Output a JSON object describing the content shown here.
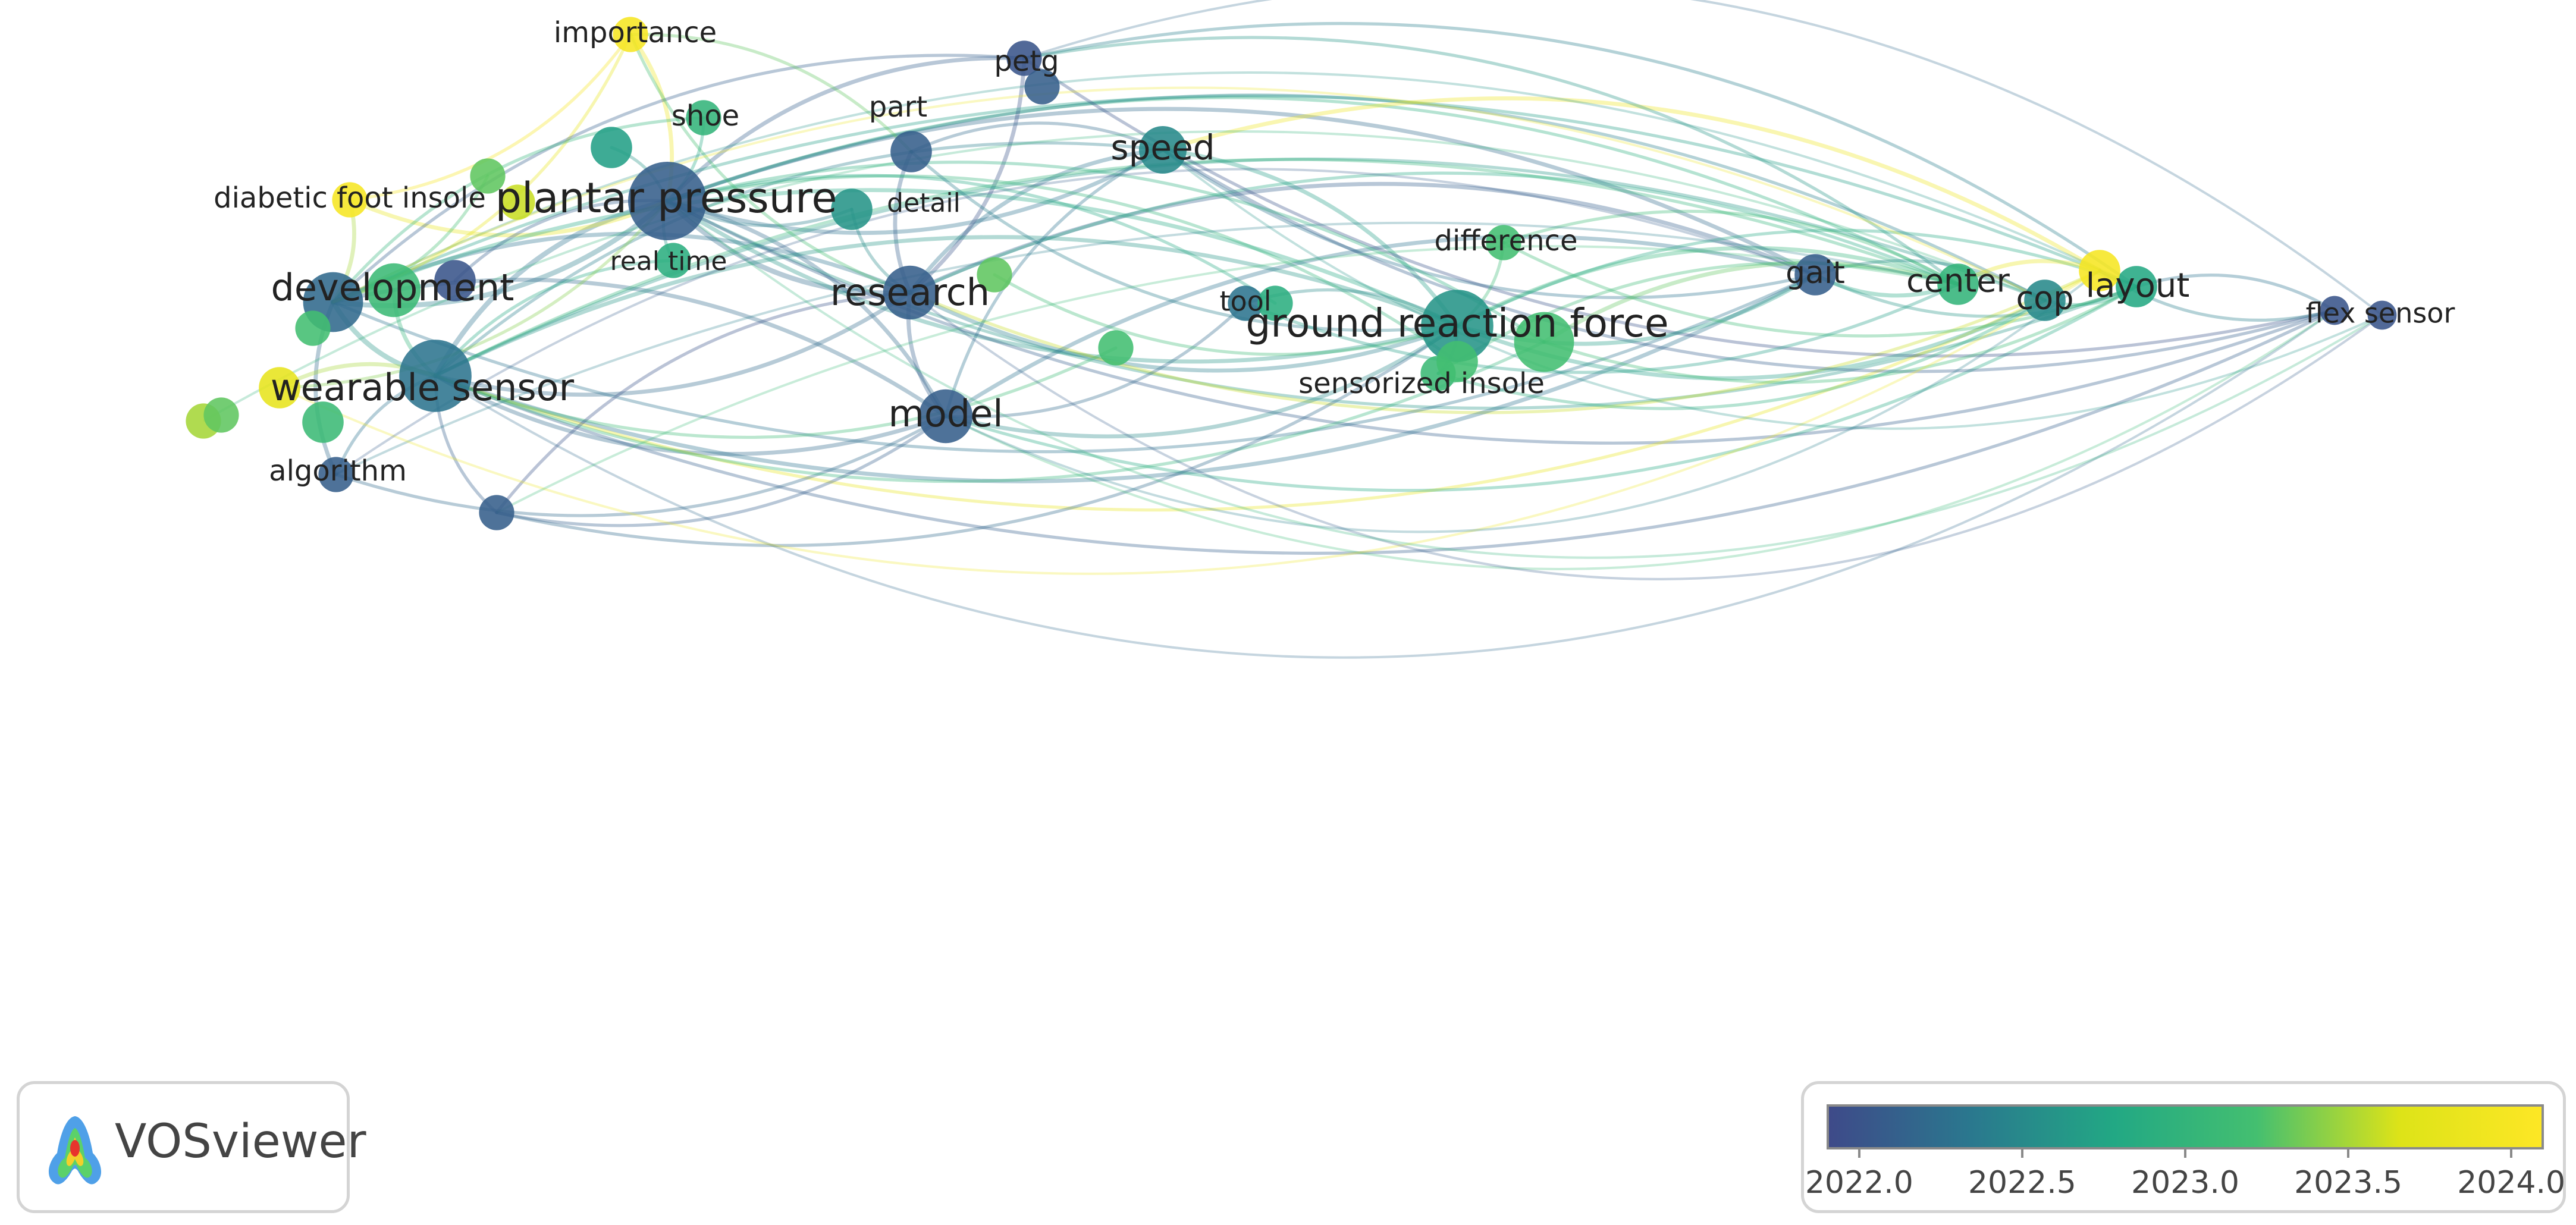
{
  "app": "VOSviewer",
  "logo_icon": "vosviewer-logo-icon",
  "legend": {
    "type": "overlay-color-scale",
    "colors": [
      "#3e4a89",
      "#2a788e",
      "#22a884",
      "#44bf70",
      "#dde318",
      "#fde725"
    ],
    "ticks": [
      "2022.0",
      "2022.5",
      "2023.0",
      "2023.5",
      "2024.0"
    ],
    "min": 2021.9,
    "max": 2024.1
  },
  "nodes": [
    {
      "id": "importance",
      "label": "importance",
      "year": 2024.0,
      "weight": 3
    },
    {
      "id": "petg",
      "label": "petg",
      "year": 2022.0,
      "weight": 3
    },
    {
      "id": "petg2",
      "label": "",
      "year": 2022.1,
      "weight": 3
    },
    {
      "id": "shoe",
      "label": "shoe",
      "year": 2023.0,
      "weight": 3
    },
    {
      "id": "part",
      "label": "part",
      "year": 2022.1,
      "weight": 4
    },
    {
      "id": "speed",
      "label": "speed",
      "year": 2022.5,
      "weight": 5
    },
    {
      "id": "diabetic-foot-insole",
      "label": "diabetic foot insole",
      "year": 2024.0,
      "weight": 3
    },
    {
      "id": "plantar-pressure",
      "label": "plantar pressure",
      "year": 2022.1,
      "weight": 10
    },
    {
      "id": "detail",
      "label": "detail",
      "year": 2022.6,
      "weight": 4
    },
    {
      "id": "real-time",
      "label": "real time",
      "year": 2022.9,
      "weight": 3
    },
    {
      "id": "development",
      "label": "development",
      "year": 2022.2,
      "weight": 7
    },
    {
      "id": "research",
      "label": "research",
      "year": 2022.1,
      "weight": 6
    },
    {
      "id": "difference",
      "label": "difference",
      "year": 2023.2,
      "weight": 3
    },
    {
      "id": "gait",
      "label": "gait",
      "year": 2022.1,
      "weight": 4
    },
    {
      "id": "center",
      "label": "center",
      "year": 2023.0,
      "weight": 4
    },
    {
      "id": "cop",
      "label": "cop",
      "year": 2022.5,
      "weight": 4
    },
    {
      "id": "layout",
      "label": "layout",
      "year": 2022.8,
      "weight": 4
    },
    {
      "id": "layout-yellow",
      "label": "",
      "year": 2024.0,
      "weight": 4
    },
    {
      "id": "flex-sensor",
      "label": "flex sensor",
      "year": 2022.0,
      "weight": 2
    },
    {
      "id": "flex-sensor2",
      "label": "",
      "year": 2022.0,
      "weight": 2
    },
    {
      "id": "tool",
      "label": "tool",
      "year": 2022.3,
      "weight": 3
    },
    {
      "id": "ground-reaction-force",
      "label": "ground reaction force",
      "year": 2022.6,
      "weight": 9
    },
    {
      "id": "grf-green",
      "label": "",
      "year": 2023.2,
      "weight": 7
    },
    {
      "id": "sensorized-insole",
      "label": "sensorized insole",
      "year": 2023.1,
      "weight": 3
    },
    {
      "id": "wearable-sensor",
      "label": "wearable sensor",
      "year": 2022.3,
      "weight": 9
    },
    {
      "id": "model",
      "label": "model",
      "year": 2022.1,
      "weight": 6
    },
    {
      "id": "algorithm",
      "label": "algorithm",
      "year": 2022.1,
      "weight": 3
    },
    {
      "id": "dev-green",
      "label": "",
      "year": 2023.1,
      "weight": 6
    },
    {
      "id": "dev-purple",
      "label": "",
      "year": 2022.0,
      "weight": 4
    },
    {
      "id": "n-teal-a",
      "label": "",
      "year": 2022.7,
      "weight": 4
    },
    {
      "id": "n-green-a",
      "label": "",
      "year": 2023.3,
      "weight": 3
    },
    {
      "id": "n-green-b",
      "label": "",
      "year": 2023.6,
      "weight": 3
    },
    {
      "id": "n-green-c",
      "label": "",
      "year": 2023.3,
      "weight": 3
    },
    {
      "id": "n-green-d",
      "label": "",
      "year": 2023.1,
      "weight": 4
    },
    {
      "id": "n-lime",
      "label": "",
      "year": 2023.8,
      "weight": 4
    },
    {
      "id": "n-green-e",
      "label": "",
      "year": 2023.5,
      "weight": 3
    },
    {
      "id": "n-green-f",
      "label": "",
      "year": 2023.3,
      "weight": 3
    },
    {
      "id": "n-green-g",
      "label": "",
      "year": 2023.2,
      "weight": 3
    },
    {
      "id": "n-purple-a",
      "label": "",
      "year": 2022.1,
      "weight": 3
    },
    {
      "id": "n-teal-b",
      "label": "",
      "year": 2022.9,
      "weight": 3
    },
    {
      "id": "n-green-h",
      "label": "",
      "year": 2023.2,
      "weight": 3
    },
    {
      "id": "n-green-i",
      "label": "",
      "year": 2023.2,
      "weight": 4
    }
  ],
  "links": [
    [
      "plantar-pressure",
      "research",
      2022.2,
      4
    ],
    [
      "plantar-pressure",
      "development",
      2022.4,
      4
    ],
    [
      "plantar-pressure",
      "wearable-sensor",
      2022.3,
      4
    ],
    [
      "plantar-pressure",
      "model",
      2022.2,
      3
    ],
    [
      "plantar-pressure",
      "speed",
      2022.3,
      3
    ],
    [
      "plantar-pressure",
      "petg",
      2022.1,
      3
    ],
    [
      "plantar-pressure",
      "ground-reaction-force",
      2022.6,
      3
    ],
    [
      "plantar-pressure",
      "gait",
      2022.2,
      3
    ],
    [
      "plantar-pressure",
      "layout",
      2022.6,
      2
    ],
    [
      "plantar-pressure",
      "center",
      2022.9,
      2
    ],
    [
      "plantar-pressure",
      "importance",
      2023.9,
      3
    ],
    [
      "plantar-pressure",
      "diabetic-foot-insole",
      2023.8,
      3
    ],
    [
      "plantar-pressure",
      "flex-sensor",
      2022.1,
      2
    ],
    [
      "plantar-pressure",
      "cop",
      2022.4,
      2
    ],
    [
      "research",
      "model",
      2022.1,
      3
    ],
    [
      "research",
      "wearable-sensor",
      2022.2,
      3
    ],
    [
      "research",
      "development",
      2022.3,
      3
    ],
    [
      "research",
      "speed",
      2022.3,
      3
    ],
    [
      "research",
      "ground-reaction-force",
      2022.4,
      3
    ],
    [
      "research",
      "gait",
      2022.1,
      3
    ],
    [
      "research",
      "layout-yellow",
      2023.6,
      2
    ],
    [
      "research",
      "center",
      2022.8,
      2
    ],
    [
      "research",
      "petg",
      2022.0,
      3
    ],
    [
      "research",
      "part",
      2022.1,
      3
    ],
    [
      "development",
      "wearable-sensor",
      2022.6,
      4
    ],
    [
      "development",
      "model",
      2022.2,
      3
    ],
    [
      "development",
      "algorithm",
      2022.2,
      3
    ],
    [
      "development",
      "ground-reaction-force",
      2022.8,
      3
    ],
    [
      "development",
      "gait",
      2022.3,
      2
    ],
    [
      "development",
      "layout",
      2022.7,
      2
    ],
    [
      "development",
      "importance",
      2023.8,
      2
    ],
    [
      "development",
      "petg",
      2022.1,
      2
    ],
    [
      "wearable-sensor",
      "model",
      2022.2,
      3
    ],
    [
      "wearable-sensor",
      "ground-reaction-force",
      2022.6,
      3
    ],
    [
      "wearable-sensor",
      "gait",
      2022.3,
      3
    ],
    [
      "wearable-sensor",
      "cop",
      2022.6,
      2
    ],
    [
      "wearable-sensor",
      "flex-sensor",
      2022.1,
      2
    ],
    [
      "wearable-sensor",
      "center",
      2023.0,
      2
    ],
    [
      "wearable-sensor",
      "layout-yellow",
      2023.8,
      2
    ],
    [
      "wearable-sensor",
      "speed",
      2022.4,
      2
    ],
    [
      "model",
      "ground-reaction-force",
      2022.5,
      3
    ],
    [
      "model",
      "gait",
      2022.3,
      3
    ],
    [
      "model",
      "layout",
      2022.8,
      2
    ],
    [
      "model",
      "speed",
      2022.3,
      2
    ],
    [
      "model",
      "tool",
      2022.2,
      2
    ],
    [
      "speed",
      "ground-reaction-force",
      2022.7,
      3
    ],
    [
      "speed",
      "gait",
      2022.3,
      2
    ],
    [
      "speed",
      "layout-yellow",
      2023.9,
      3
    ],
    [
      "speed",
      "flex-sensor",
      2022.1,
      2
    ],
    [
      "petg",
      "layout",
      2022.4,
      2
    ],
    [
      "petg",
      "flex-sensor",
      2022.0,
      2
    ],
    [
      "petg",
      "center",
      2022.6,
      2
    ],
    [
      "ground-reaction-force",
      "gait",
      2022.7,
      3
    ],
    [
      "ground-reaction-force",
      "center",
      2023.0,
      3
    ],
    [
      "ground-reaction-force",
      "cop",
      2022.7,
      3
    ],
    [
      "ground-reaction-force",
      "layout",
      2022.8,
      2
    ],
    [
      "ground-reaction-force",
      "difference",
      2023.1,
      2
    ],
    [
      "ground-reaction-force",
      "sensorized-insole",
      2023.0,
      2
    ],
    [
      "gait",
      "center",
      2022.8,
      3
    ],
    [
      "gait",
      "cop",
      2022.5,
      2
    ],
    [
      "gait",
      "layout",
      2022.6,
      2
    ],
    [
      "center",
      "layout-yellow",
      2023.8,
      3
    ],
    [
      "cop",
      "layout",
      2022.8,
      2
    ],
    [
      "layout",
      "flex-sensor",
      2022.3,
      2
    ],
    [
      "layout-yellow",
      "flex-sensor",
      2022.4,
      2
    ],
    [
      "difference",
      "center",
      2023.1,
      2
    ],
    [
      "difference",
      "layout",
      2023.1,
      2
    ],
    [
      "diabetic-foot-insole",
      "development",
      2023.5,
      3
    ],
    [
      "diabetic-foot-insole",
      "importance",
      2024.0,
      2
    ],
    [
      "shoe",
      "plantar-pressure",
      2022.8,
      2
    ],
    [
      "shoe",
      "development",
      2023.0,
      2
    ],
    [
      "detail",
      "plantar-pressure",
      2022.4,
      2
    ],
    [
      "detail",
      "research",
      2022.5,
      2
    ],
    [
      "real-time",
      "plantar-pressure",
      2022.6,
      2
    ],
    [
      "real-time",
      "wearable-sensor",
      2022.8,
      2
    ],
    [
      "algorithm",
      "wearable-sensor",
      2022.3,
      2
    ],
    [
      "algorithm",
      "model",
      2022.2,
      2
    ],
    [
      "grf-green",
      "center",
      2023.3,
      3
    ],
    [
      "grf-green",
      "layout",
      2023.1,
      2
    ],
    [
      "grf-green",
      "wearable-sensor",
      2023.0,
      2
    ],
    [
      "grf-green",
      "plantar-pressure",
      2022.9,
      2
    ],
    [
      "n-lime",
      "wearable-sensor",
      2023.5,
      3
    ],
    [
      "n-lime",
      "plantar-pressure",
      2023.4,
      2
    ],
    [
      "n-green-a",
      "development",
      2023.2,
      2
    ],
    [
      "n-green-c",
      "ground-reaction-force",
      2023.1,
      2
    ],
    [
      "n-green-h",
      "wearable-sensor",
      2023.1,
      2
    ],
    [
      "n-green-i",
      "plantar-pressure",
      2023.0,
      2
    ],
    [
      "n-purple-a",
      "wearable-sensor",
      2022.1,
      2
    ],
    [
      "n-purple-a",
      "model",
      2022.1,
      2
    ],
    [
      "n-purple-a",
      "research",
      2022.0,
      2
    ],
    [
      "n-purple-a",
      "ground-reaction-force",
      2022.2,
      2
    ],
    [
      "n-teal-a",
      "plantar-pressure",
      2022.6,
      2
    ],
    [
      "n-teal-b",
      "plantar-pressure",
      2022.8,
      2
    ],
    [
      "dev-purple",
      "plantar-pressure",
      2022.1,
      2
    ],
    [
      "dev-green",
      "wearable-sensor",
      2023.0,
      3
    ],
    [
      "importance",
      "part",
      2023.3,
      2
    ],
    [
      "importance",
      "research",
      2023.2,
      2
    ],
    [
      "part",
      "speed",
      2022.2,
      2
    ],
    [
      "part",
      "ground-reaction-force",
      2022.4,
      2
    ],
    [
      "tool",
      "ground-reaction-force",
      2022.5,
      2
    ],
    [
      "tool",
      "center",
      2022.7,
      2
    ],
    [
      "sensorized-insole",
      "center",
      2023.1,
      2
    ],
    [
      "sensorized-insole",
      "cop",
      2022.9,
      2
    ]
  ]
}
